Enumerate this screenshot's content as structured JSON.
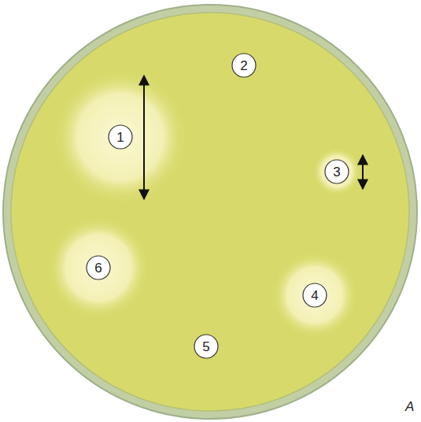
{
  "diagram": {
    "nodes": [
      {
        "text": [
          "1"
        ]
      },
      {
        "text": [
          "2"
        ]
      },
      {
        "text": [
          "3"
        ]
      },
      {
        "text": [
          "4"
        ]
      },
      {
        "text": [
          "5"
        ]
      },
      {
        "text": [
          "6"
        ]
      }
    ],
    "labels": [
      "A"
    ]
  }
}
